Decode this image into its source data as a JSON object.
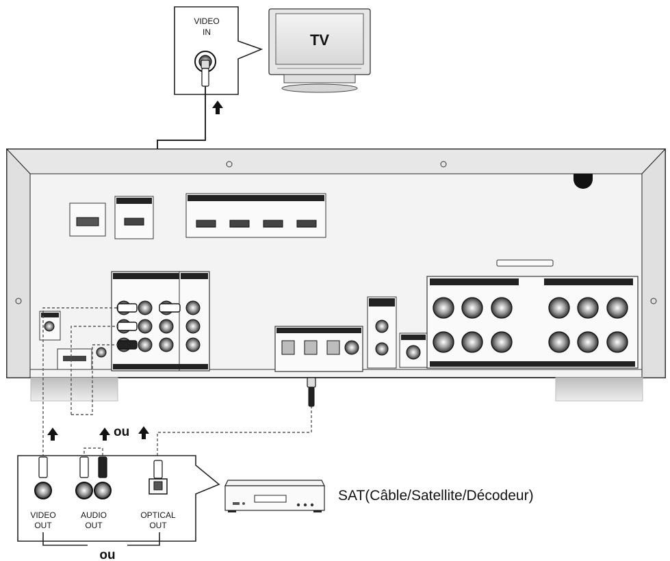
{
  "tv_box": {
    "video_in_line1": "VIDEO",
    "video_in_line2": "IN"
  },
  "tv": {
    "label": "TV"
  },
  "connector_or_top": "ou",
  "connector_or_bottom": "ou",
  "source_box": {
    "video_out_line1": "VIDEO",
    "video_out_line2": "OUT",
    "audio_out_line1": "AUDIO",
    "audio_out_line2": "OUT",
    "optical_out_line1": "OPTICAL",
    "optical_out_line2": "OUT"
  },
  "device": {
    "label": "SAT(Câble/Satellite/Décodeur)"
  },
  "colors": {
    "line": "#222222",
    "panel": "#f1f1f1",
    "panel_dark": "#444444",
    "foot": "#dcdcdc"
  }
}
